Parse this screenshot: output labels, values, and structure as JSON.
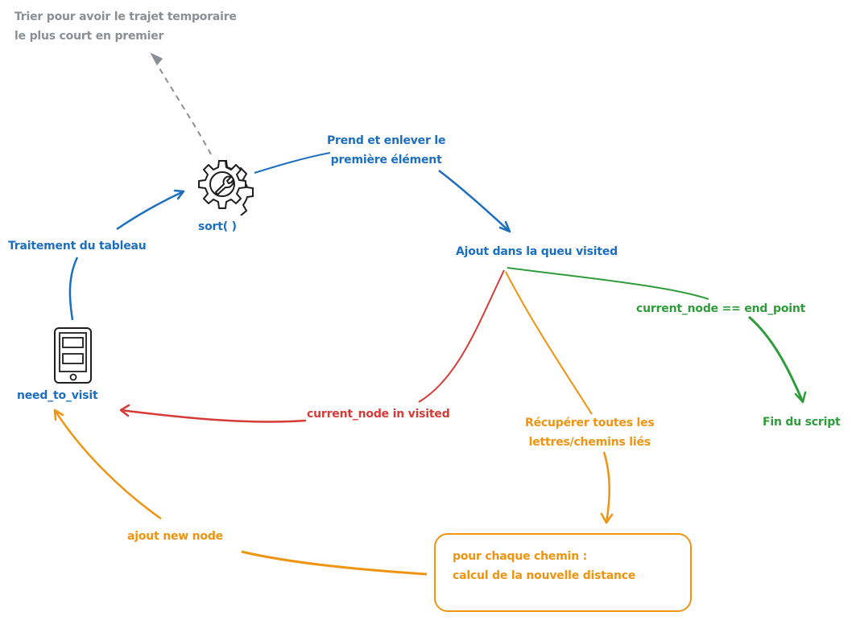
{
  "colors": {
    "blue": "#1c6fbf",
    "gray": "#8a8f96",
    "red": "#d63b36",
    "orange": "#ef9411",
    "green": "#2f9c3c",
    "icon_stroke": "#1e1e1e"
  },
  "nodes": {
    "sort": {
      "label": "sort( )",
      "icon": "gear-wrench-icon"
    },
    "need_to_visit": {
      "label": "need_to_visit",
      "icon": "list-device-icon"
    },
    "visited": {
      "label": "Ajout dans la queu visited"
    },
    "end": {
      "label": "Fin du script"
    },
    "compute": {
      "line1": "pour chaque chemin :",
      "line2": "calcul de la nouvelle distance"
    }
  },
  "edge_labels": {
    "sort_note_line1": "Trier pour avoir le trajet temporaire",
    "sort_note_line2": "le plus court en premier",
    "take_first_line1": "Prend et enlever le",
    "take_first_line2": "première élément",
    "process_array": "Traitement du tableau",
    "in_visited": "current_node in visited",
    "is_end": "current_node == end_point",
    "get_links_line1": "Récupérer toutes les",
    "get_links_line2": "lettres/chemins liés",
    "add_node": "ajout new node"
  }
}
